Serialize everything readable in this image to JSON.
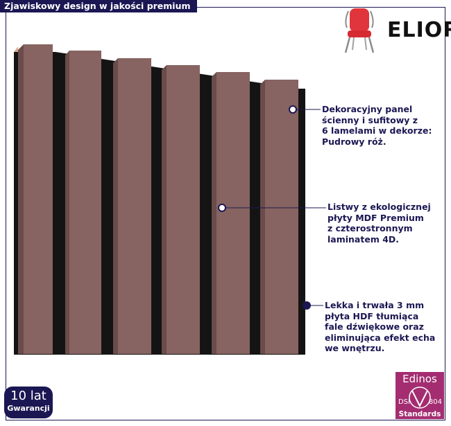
{
  "banner": {
    "text": "Zjawiskowy design w jakości premium"
  },
  "brand": {
    "name": "ELIOR"
  },
  "colors": {
    "accent_navy": "#1b1753",
    "lamella": "#876461",
    "panel_black": "#141414",
    "edinos_magenta": "#a42d71"
  },
  "callouts": [
    {
      "text": "Dekoracyjny panel\nścienny i sufitowy z\n6 lamelami w dekorze:\nPudrowy róż."
    },
    {
      "text": "Listwy z ekologicznej\npłyty MDF Premium\nz czterostronnym\nlaminatem 4D."
    },
    {
      "text": "Lekka i trwała 3 mm\npłyta HDF tłumiąca\nfale dźwiękowe oraz\neliminująca efekt echa\nwe wnętrzu."
    }
  ],
  "warranty": {
    "years": "10 lat",
    "label": "Gwarancji"
  },
  "certificate": {
    "brand": "Edinos",
    "dsi": "DSI",
    "number": "804",
    "label": "Standards"
  }
}
